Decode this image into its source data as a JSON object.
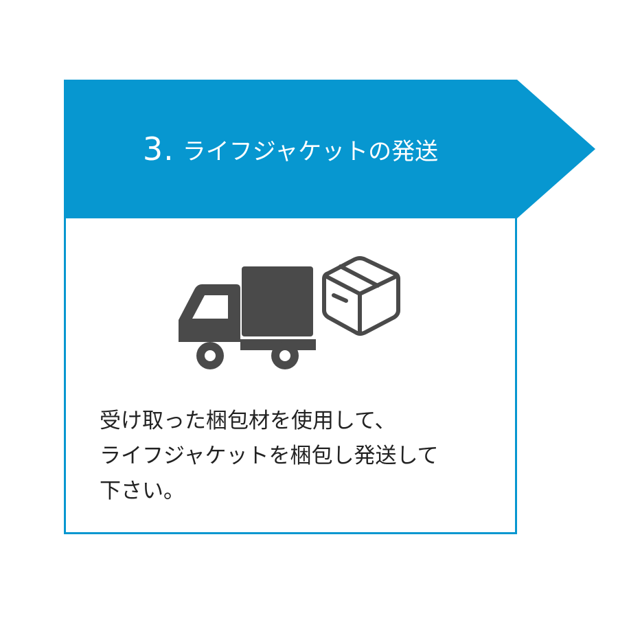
{
  "step": {
    "number": "3.",
    "title": "ライフジャケットの発送"
  },
  "icons": {
    "truck": "delivery-truck-icon",
    "box": "cardboard-box-icon"
  },
  "instructions": {
    "lines": [
      "受け取った梱包材を使用して、",
      "ライフジャケットを梱包し発送して",
      "下さい。"
    ]
  },
  "colors": {
    "accent": "#0797d0",
    "icon": "#4a4a4a",
    "text": "#222222",
    "background": "#ffffff"
  }
}
